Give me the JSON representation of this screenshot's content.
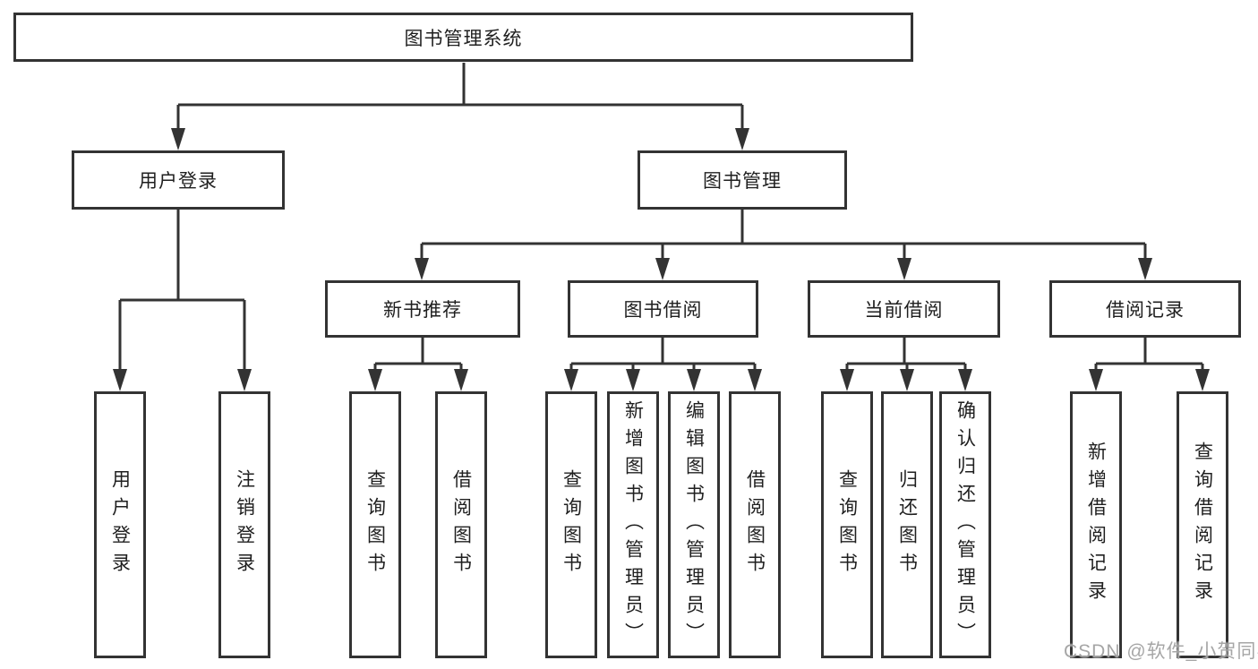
{
  "diagram": {
    "root": {
      "label": "图书管理系统"
    },
    "children": [
      {
        "label": "用户登录",
        "children": [
          {
            "label": "用户登录"
          },
          {
            "label": "注销登录"
          }
        ]
      },
      {
        "label": "图书管理",
        "children": [
          {
            "label": "新书推荐",
            "children": [
              {
                "label": "查询图书"
              },
              {
                "label": "借阅图书"
              }
            ]
          },
          {
            "label": "图书借阅",
            "children": [
              {
                "label": "查询图书"
              },
              {
                "label": "新增图书（管理员）"
              },
              {
                "label": "编辑图书（管理员）"
              },
              {
                "label": "借阅图书"
              }
            ]
          },
          {
            "label": "当前借阅",
            "children": [
              {
                "label": "查询图书"
              },
              {
                "label": "归还图书"
              },
              {
                "label": "确认归还（管理员）"
              }
            ]
          },
          {
            "label": "借阅记录",
            "children": [
              {
                "label": "新增借阅记录"
              },
              {
                "label": "查询借阅记录"
              }
            ]
          }
        ]
      }
    ]
  },
  "watermark": {
    "text": "CSDN @软件_小贺同学"
  },
  "colors": {
    "line": "#333333",
    "text": "#1f1f1f",
    "watermark": "#9e9e9e",
    "background": "#ffffff"
  }
}
